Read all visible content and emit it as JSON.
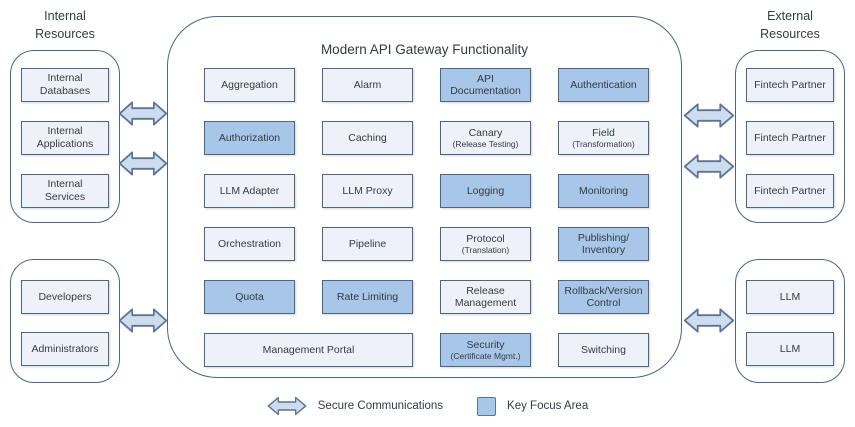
{
  "colors": {
    "focus_fill": "#a8c6e8",
    "plain_fill": "#eef2f8",
    "border": "#4e6480",
    "arrow_fill": "#cddcee",
    "arrow_stroke": "#5b7593",
    "text": "#333b45"
  },
  "left": {
    "title": "Internal\nResources",
    "groups": [
      {
        "items": [
          "Internal\nDatabases",
          "Internal\nApplications",
          "Internal\nServices"
        ]
      },
      {
        "items": [
          "Developers",
          "Administrators"
        ]
      }
    ]
  },
  "right": {
    "title": "External\nResources",
    "groups": [
      {
        "items": [
          "Fintech Partner",
          "Fintech Partner",
          "Fintech Partner"
        ]
      },
      {
        "items": [
          "LLM",
          "LLM"
        ]
      }
    ]
  },
  "center": {
    "title": "Modern API Gateway Functionality",
    "cells": [
      {
        "label": "Aggregation",
        "focus": false
      },
      {
        "label": "Alarm",
        "focus": false
      },
      {
        "label": "API\nDocumentation",
        "focus": true
      },
      {
        "label": "Authentication",
        "focus": true
      },
      {
        "label": "Authorization",
        "focus": true
      },
      {
        "label": "Caching",
        "focus": false
      },
      {
        "label": "Canary",
        "sub": "(Release Testing)",
        "focus": false
      },
      {
        "label": "Field",
        "sub": "(Transformation)",
        "focus": false
      },
      {
        "label": "LLM Adapter",
        "focus": false
      },
      {
        "label": "LLM Proxy",
        "focus": false
      },
      {
        "label": "Logging",
        "focus": true
      },
      {
        "label": "Monitoring",
        "focus": true
      },
      {
        "label": "Orchestration",
        "focus": false
      },
      {
        "label": "Pipeline",
        "focus": false
      },
      {
        "label": "Protocol",
        "sub": "(Translation)",
        "focus": false
      },
      {
        "label": "Publishing/\nInventory",
        "focus": true
      },
      {
        "label": "Quota",
        "focus": true
      },
      {
        "label": "Rate Limiting",
        "focus": true
      },
      {
        "label": "Release\nManagement",
        "focus": false
      },
      {
        "label": "Rollback/Version\nControl",
        "focus": true
      },
      {
        "label": "Management Portal",
        "focus": false,
        "wide": true
      },
      {
        "label": "Security",
        "sub": "(Certificate Mgmt.)",
        "focus": true
      },
      {
        "label": "Switching",
        "focus": false
      }
    ]
  },
  "legend": {
    "arrow_label": "Secure Communications",
    "focus_label": "Key Focus Area"
  }
}
